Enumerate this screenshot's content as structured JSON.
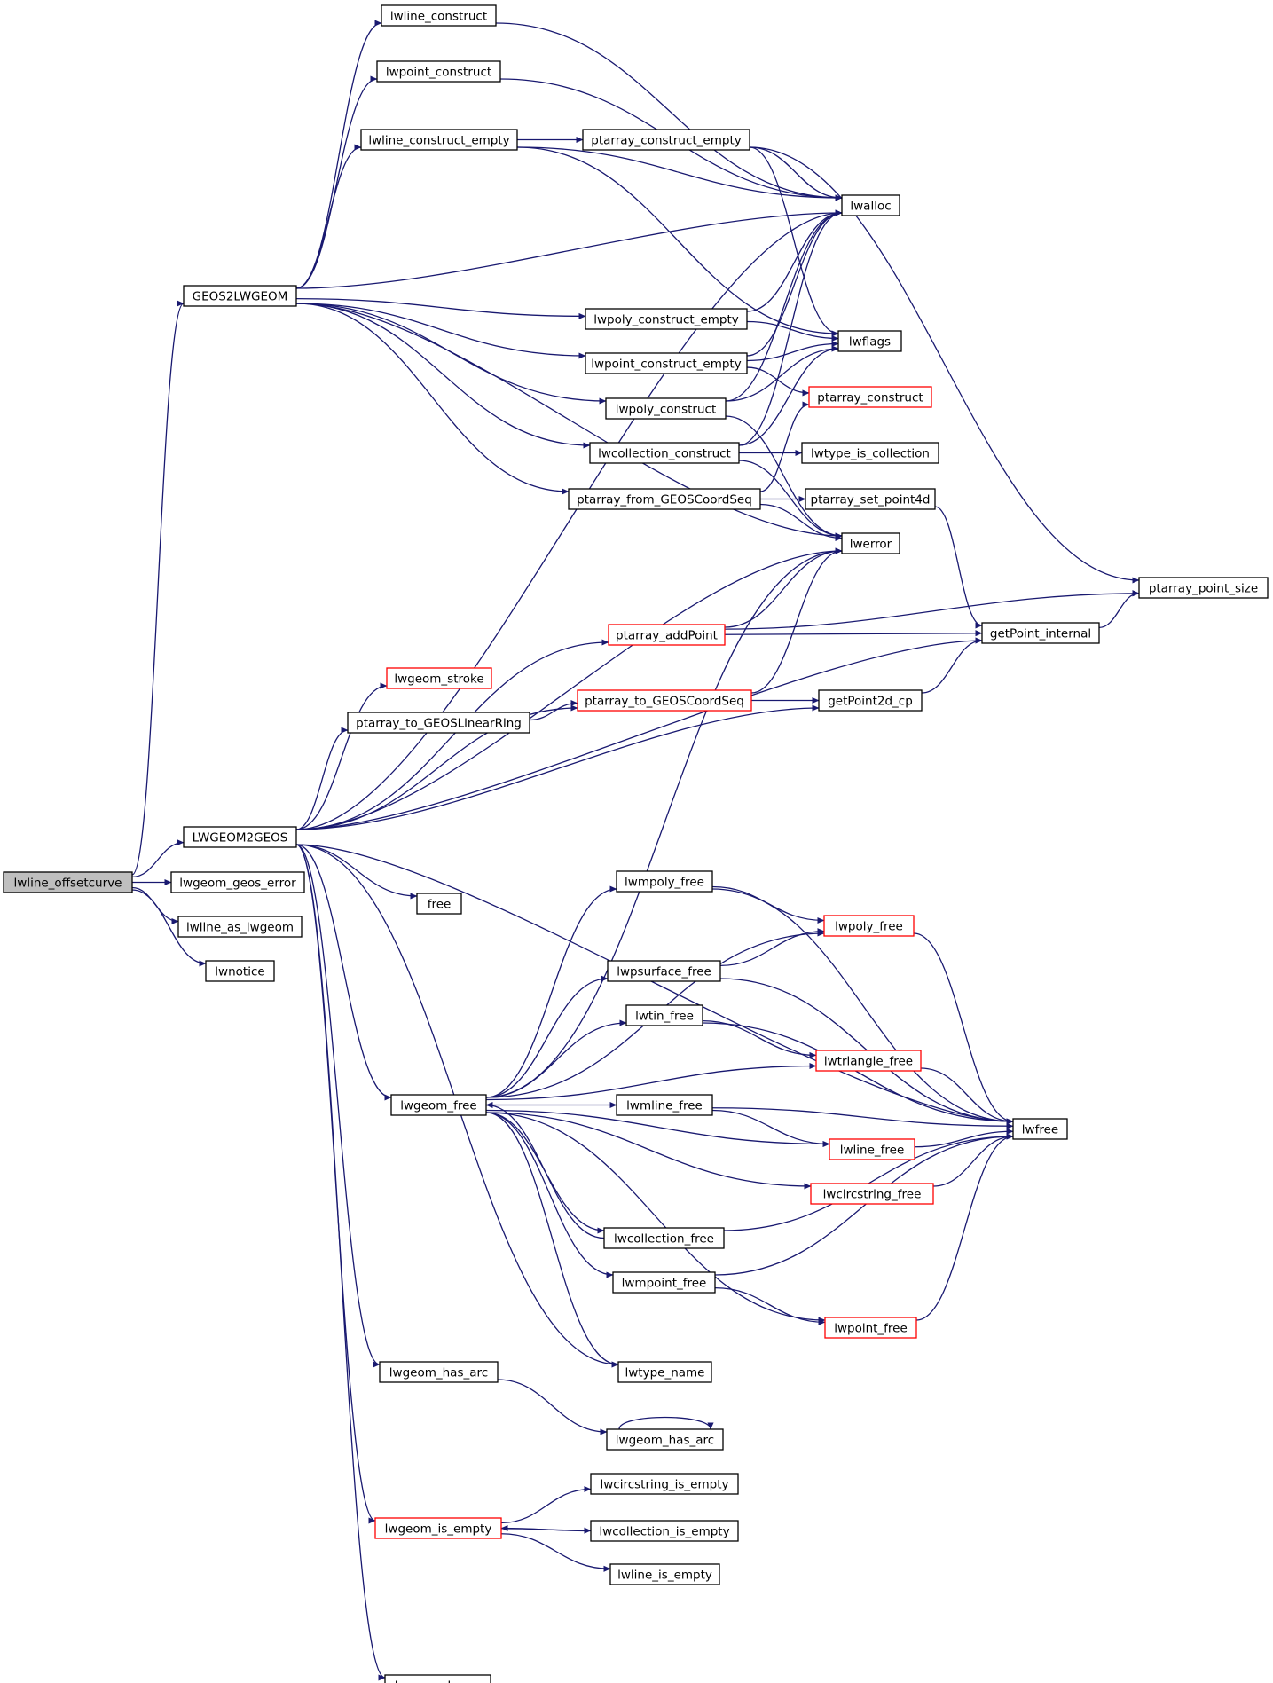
{
  "graph": {
    "kind": "call-graph",
    "colors": {
      "edge": "#191970",
      "node_border": "#000000",
      "truncated_border": "#ff0000",
      "root_fill": "#bfbfbf",
      "background": "#ffffff"
    },
    "nodes": [
      {
        "id": "lwline_offsetcurve",
        "label": "lwline_offsetcurve",
        "root": true
      },
      {
        "id": "GEOS2LWGEOM",
        "label": "GEOS2LWGEOM"
      },
      {
        "id": "LWGEOM2GEOS",
        "label": "LWGEOM2GEOS"
      },
      {
        "id": "lwgeom_geos_error",
        "label": "lwgeom_geos_error"
      },
      {
        "id": "lwline_as_lwgeom",
        "label": "lwline_as_lwgeom"
      },
      {
        "id": "lwnotice",
        "label": "lwnotice"
      },
      {
        "id": "lwline_construct",
        "label": "lwline_construct"
      },
      {
        "id": "lwpoint_construct",
        "label": "lwpoint_construct"
      },
      {
        "id": "lwline_construct_empty",
        "label": "lwline_construct_empty"
      },
      {
        "id": "ptarray_construct_empty",
        "label": "ptarray_construct_empty"
      },
      {
        "id": "lwalloc",
        "label": "lwalloc"
      },
      {
        "id": "lwpoly_construct_empty",
        "label": "lwpoly_construct_empty"
      },
      {
        "id": "lwflags",
        "label": "lwflags"
      },
      {
        "id": "lwpoint_construct_empty",
        "label": "lwpoint_construct_empty"
      },
      {
        "id": "ptarray_construct",
        "label": "ptarray_construct",
        "truncated": true
      },
      {
        "id": "lwpoly_construct",
        "label": "lwpoly_construct"
      },
      {
        "id": "lwcollection_construct",
        "label": "lwcollection_construct"
      },
      {
        "id": "lwtype_is_collection",
        "label": "lwtype_is_collection"
      },
      {
        "id": "ptarray_from_GEOSCoordSeq",
        "label": "ptarray_from_GEOSCoordSeq"
      },
      {
        "id": "ptarray_set_point4d",
        "label": "ptarray_set_point4d"
      },
      {
        "id": "lwerror",
        "label": "lwerror"
      },
      {
        "id": "ptarray_point_size",
        "label": "ptarray_point_size"
      },
      {
        "id": "ptarray_addPoint",
        "label": "ptarray_addPoint",
        "truncated": true
      },
      {
        "id": "getPoint_internal",
        "label": "getPoint_internal"
      },
      {
        "id": "lwgeom_stroke",
        "label": "lwgeom_stroke",
        "truncated": true
      },
      {
        "id": "ptarray_to_GEOSLinearRing",
        "label": "ptarray_to_GEOSLinearRing"
      },
      {
        "id": "ptarray_to_GEOSCoordSeq",
        "label": "ptarray_to_GEOSCoordSeq",
        "truncated": true
      },
      {
        "id": "getPoint2d_cp",
        "label": "getPoint2d_cp"
      },
      {
        "id": "free",
        "label": "free"
      },
      {
        "id": "lwmpoly_free",
        "label": "lwmpoly_free"
      },
      {
        "id": "lwpoly_free",
        "label": "lwpoly_free",
        "truncated": true
      },
      {
        "id": "lwpsurface_free",
        "label": "lwpsurface_free"
      },
      {
        "id": "lwtin_free",
        "label": "lwtin_free"
      },
      {
        "id": "lwtriangle_free",
        "label": "lwtriangle_free",
        "truncated": true
      },
      {
        "id": "lwgeom_free",
        "label": "lwgeom_free"
      },
      {
        "id": "lwmline_free",
        "label": "lwmline_free"
      },
      {
        "id": "lwfree",
        "label": "lwfree"
      },
      {
        "id": "lwline_free",
        "label": "lwline_free",
        "truncated": true
      },
      {
        "id": "lwcircstring_free",
        "label": "lwcircstring_free",
        "truncated": true
      },
      {
        "id": "lwcollection_free",
        "label": "lwcollection_free"
      },
      {
        "id": "lwmpoint_free",
        "label": "lwmpoint_free"
      },
      {
        "id": "lwpoint_free",
        "label": "lwpoint_free",
        "truncated": true
      },
      {
        "id": "lwtype_name",
        "label": "lwtype_name"
      },
      {
        "id": "lwgeom_has_arc_a",
        "label": "lwgeom_has_arc"
      },
      {
        "id": "lwgeom_has_arc_b",
        "label": "lwgeom_has_arc"
      },
      {
        "id": "lwcircstring_is_empty",
        "label": "lwcircstring_is_empty"
      },
      {
        "id": "lwgeom_is_empty",
        "label": "lwgeom_is_empty",
        "truncated": true
      },
      {
        "id": "lwcollection_is_empty",
        "label": "lwcollection_is_empty"
      },
      {
        "id": "lwline_is_empty",
        "label": "lwline_is_empty"
      },
      {
        "id": "lwgeom_has_z",
        "label": "lwgeom_has_z"
      }
    ],
    "edges": [
      [
        "lwline_offsetcurve",
        "GEOS2LWGEOM"
      ],
      [
        "lwline_offsetcurve",
        "LWGEOM2GEOS"
      ],
      [
        "lwline_offsetcurve",
        "lwgeom_geos_error"
      ],
      [
        "lwline_offsetcurve",
        "lwline_as_lwgeom"
      ],
      [
        "lwline_offsetcurve",
        "lwnotice"
      ],
      [
        "GEOS2LWGEOM",
        "lwline_construct"
      ],
      [
        "GEOS2LWGEOM",
        "lwpoint_construct"
      ],
      [
        "GEOS2LWGEOM",
        "lwline_construct_empty"
      ],
      [
        "GEOS2LWGEOM",
        "lwalloc"
      ],
      [
        "GEOS2LWGEOM",
        "lwpoly_construct_empty"
      ],
      [
        "GEOS2LWGEOM",
        "lwpoint_construct_empty"
      ],
      [
        "GEOS2LWGEOM",
        "lwpoly_construct"
      ],
      [
        "GEOS2LWGEOM",
        "lwcollection_construct"
      ],
      [
        "GEOS2LWGEOM",
        "ptarray_from_GEOSCoordSeq"
      ],
      [
        "GEOS2LWGEOM",
        "lwerror"
      ],
      [
        "lwline_construct",
        "lwalloc"
      ],
      [
        "lwpoint_construct",
        "lwalloc"
      ],
      [
        "lwline_construct_empty",
        "ptarray_construct_empty"
      ],
      [
        "lwline_construct_empty",
        "lwalloc"
      ],
      [
        "lwline_construct_empty",
        "lwflags"
      ],
      [
        "ptarray_construct_empty",
        "lwalloc"
      ],
      [
        "ptarray_construct_empty",
        "lwflags"
      ],
      [
        "ptarray_construct_empty",
        "ptarray_point_size"
      ],
      [
        "lwpoly_construct_empty",
        "lwalloc"
      ],
      [
        "lwpoly_construct_empty",
        "lwflags"
      ],
      [
        "lwpoint_construct_empty",
        "lwalloc"
      ],
      [
        "lwpoint_construct_empty",
        "lwflags"
      ],
      [
        "lwpoint_construct_empty",
        "ptarray_construct"
      ],
      [
        "lwpoly_construct",
        "lwalloc"
      ],
      [
        "lwpoly_construct",
        "lwflags"
      ],
      [
        "lwpoly_construct",
        "lwerror"
      ],
      [
        "lwcollection_construct",
        "lwalloc"
      ],
      [
        "lwcollection_construct",
        "lwflags"
      ],
      [
        "lwcollection_construct",
        "lwtype_is_collection"
      ],
      [
        "lwcollection_construct",
        "lwerror"
      ],
      [
        "ptarray_from_GEOSCoordSeq",
        "ptarray_construct"
      ],
      [
        "ptarray_from_GEOSCoordSeq",
        "ptarray_set_point4d"
      ],
      [
        "ptarray_from_GEOSCoordSeq",
        "lwerror"
      ],
      [
        "ptarray_set_point4d",
        "getPoint_internal"
      ],
      [
        "getPoint_internal",
        "ptarray_point_size"
      ],
      [
        "ptarray_addPoint",
        "lwerror"
      ],
      [
        "ptarray_addPoint",
        "getPoint_internal"
      ],
      [
        "ptarray_addPoint",
        "ptarray_point_size"
      ],
      [
        "ptarray_to_GEOSLinearRing",
        "ptarray_to_GEOSCoordSeq"
      ],
      [
        "ptarray_to_GEOSCoordSeq",
        "getPoint2d_cp"
      ],
      [
        "ptarray_to_GEOSCoordSeq",
        "lwerror"
      ],
      [
        "getPoint2d_cp",
        "getPoint_internal"
      ],
      [
        "LWGEOM2GEOS",
        "lwalloc"
      ],
      [
        "LWGEOM2GEOS",
        "lwerror"
      ],
      [
        "LWGEOM2GEOS",
        "ptarray_addPoint"
      ],
      [
        "LWGEOM2GEOS",
        "lwgeom_stroke"
      ],
      [
        "LWGEOM2GEOS",
        "ptarray_to_GEOSLinearRing"
      ],
      [
        "LWGEOM2GEOS",
        "ptarray_to_GEOSCoordSeq"
      ],
      [
        "LWGEOM2GEOS",
        "getPoint2d_cp"
      ],
      [
        "LWGEOM2GEOS",
        "getPoint_internal"
      ],
      [
        "LWGEOM2GEOS",
        "free"
      ],
      [
        "LWGEOM2GEOS",
        "lwgeom_free"
      ],
      [
        "LWGEOM2GEOS",
        "lwtype_name"
      ],
      [
        "LWGEOM2GEOS",
        "lwgeom_has_arc_a"
      ],
      [
        "LWGEOM2GEOS",
        "lwgeom_is_empty"
      ],
      [
        "LWGEOM2GEOS",
        "lwfree"
      ],
      [
        "LWGEOM2GEOS",
        "lwgeom_has_z"
      ],
      [
        "lwgeom_free",
        "lwerror"
      ],
      [
        "lwgeom_free",
        "lwmpoly_free"
      ],
      [
        "lwgeom_free",
        "lwpoly_free"
      ],
      [
        "lwgeom_free",
        "lwpsurface_free"
      ],
      [
        "lwgeom_free",
        "lwtin_free"
      ],
      [
        "lwgeom_free",
        "lwtriangle_free"
      ],
      [
        "lwgeom_free",
        "lwmline_free"
      ],
      [
        "lwgeom_free",
        "lwline_free"
      ],
      [
        "lwgeom_free",
        "lwcircstring_free"
      ],
      [
        "lwgeom_free",
        "lwcollection_free"
      ],
      [
        "lwgeom_free",
        "lwmpoint_free"
      ],
      [
        "lwgeom_free",
        "lwpoint_free"
      ],
      [
        "lwgeom_free",
        "lwtype_name"
      ],
      [
        "lwmpoly_free",
        "lwpoly_free"
      ],
      [
        "lwmpoly_free",
        "lwfree"
      ],
      [
        "lwpoly_free",
        "lwfree"
      ],
      [
        "lwpsurface_free",
        "lwpoly_free"
      ],
      [
        "lwpsurface_free",
        "lwfree"
      ],
      [
        "lwtin_free",
        "lwtriangle_free"
      ],
      [
        "lwtin_free",
        "lwfree"
      ],
      [
        "lwtriangle_free",
        "lwfree"
      ],
      [
        "lwmline_free",
        "lwline_free"
      ],
      [
        "lwmline_free",
        "lwfree"
      ],
      [
        "lwline_free",
        "lwfree"
      ],
      [
        "lwcircstring_free",
        "lwfree"
      ],
      [
        "lwcollection_free",
        "lwgeom_free"
      ],
      [
        "lwcollection_free",
        "lwfree"
      ],
      [
        "lwmpoint_free",
        "lwpoint_free"
      ],
      [
        "lwmpoint_free",
        "lwfree"
      ],
      [
        "lwpoint_free",
        "lwfree"
      ],
      [
        "lwgeom_has_arc_a",
        "lwgeom_has_arc_b"
      ],
      [
        "lwgeom_has_arc_b",
        "lwgeom_has_arc_b"
      ],
      [
        "lwgeom_is_empty",
        "lwcircstring_is_empty"
      ],
      [
        "lwgeom_is_empty",
        "lwcollection_is_empty"
      ],
      [
        "lwgeom_is_empty",
        "lwline_is_empty"
      ],
      [
        "lwcollection_is_empty",
        "lwgeom_is_empty"
      ]
    ]
  }
}
